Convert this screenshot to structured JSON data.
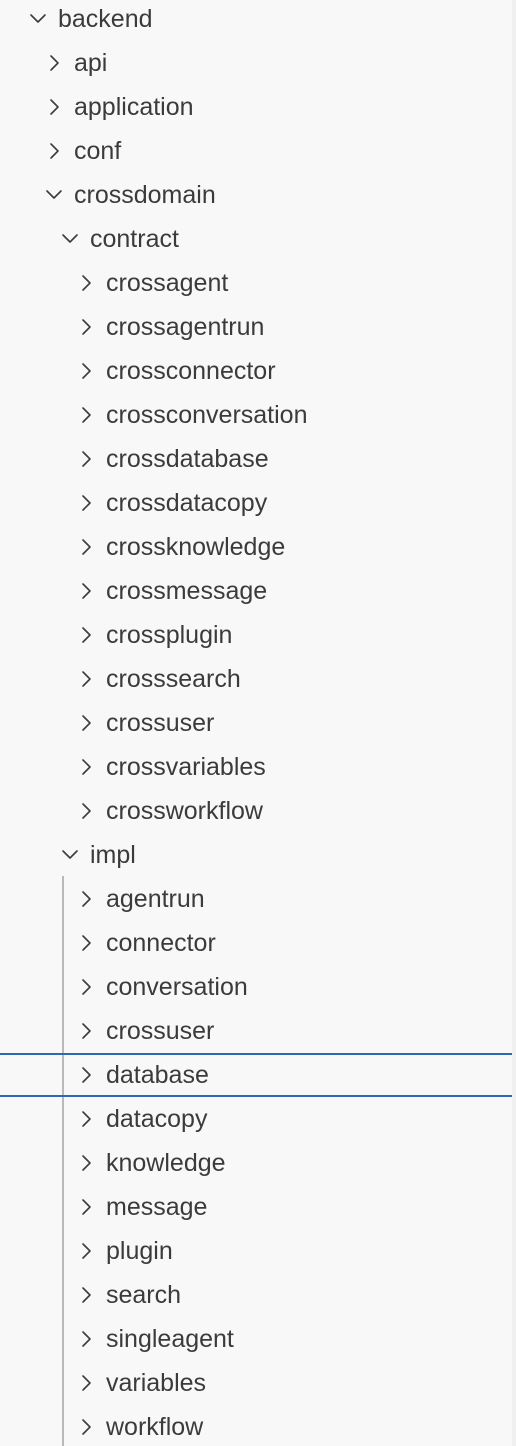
{
  "explorer": {
    "items": [
      {
        "label": "backend",
        "expanded": true,
        "level": 0,
        "icon": "chevron-down-icon"
      },
      {
        "label": "api",
        "expanded": false,
        "level": 1,
        "icon": "chevron-right-icon"
      },
      {
        "label": "application",
        "expanded": false,
        "level": 1,
        "icon": "chevron-right-icon"
      },
      {
        "label": "conf",
        "expanded": false,
        "level": 1,
        "icon": "chevron-right-icon"
      },
      {
        "label": "crossdomain",
        "expanded": true,
        "level": 1,
        "icon": "chevron-down-icon"
      },
      {
        "label": "contract",
        "expanded": true,
        "level": 2,
        "icon": "chevron-down-icon"
      },
      {
        "label": "crossagent",
        "expanded": false,
        "level": 3,
        "icon": "chevron-right-icon"
      },
      {
        "label": "crossagentrun",
        "expanded": false,
        "level": 3,
        "icon": "chevron-right-icon"
      },
      {
        "label": "crossconnector",
        "expanded": false,
        "level": 3,
        "icon": "chevron-right-icon"
      },
      {
        "label": "crossconversation",
        "expanded": false,
        "level": 3,
        "icon": "chevron-right-icon"
      },
      {
        "label": "crossdatabase",
        "expanded": false,
        "level": 3,
        "icon": "chevron-right-icon"
      },
      {
        "label": "crossdatacopy",
        "expanded": false,
        "level": 3,
        "icon": "chevron-right-icon"
      },
      {
        "label": "crossknowledge",
        "expanded": false,
        "level": 3,
        "icon": "chevron-right-icon"
      },
      {
        "label": "crossmessage",
        "expanded": false,
        "level": 3,
        "icon": "chevron-right-icon"
      },
      {
        "label": "crossplugin",
        "expanded": false,
        "level": 3,
        "icon": "chevron-right-icon"
      },
      {
        "label": "crosssearch",
        "expanded": false,
        "level": 3,
        "icon": "chevron-right-icon"
      },
      {
        "label": "crossuser",
        "expanded": false,
        "level": 3,
        "icon": "chevron-right-icon"
      },
      {
        "label": "crossvariables",
        "expanded": false,
        "level": 3,
        "icon": "chevron-right-icon"
      },
      {
        "label": "crossworkflow",
        "expanded": false,
        "level": 3,
        "icon": "chevron-right-icon"
      },
      {
        "label": "impl",
        "expanded": true,
        "level": 2,
        "icon": "chevron-down-icon"
      },
      {
        "label": "agentrun",
        "expanded": false,
        "level": 3,
        "icon": "chevron-right-icon"
      },
      {
        "label": "connector",
        "expanded": false,
        "level": 3,
        "icon": "chevron-right-icon"
      },
      {
        "label": "conversation",
        "expanded": false,
        "level": 3,
        "icon": "chevron-right-icon"
      },
      {
        "label": "crossuser",
        "expanded": false,
        "level": 3,
        "icon": "chevron-right-icon"
      },
      {
        "label": "database",
        "expanded": false,
        "level": 3,
        "icon": "chevron-right-icon",
        "focused": true
      },
      {
        "label": "datacopy",
        "expanded": false,
        "level": 3,
        "icon": "chevron-right-icon"
      },
      {
        "label": "knowledge",
        "expanded": false,
        "level": 3,
        "icon": "chevron-right-icon"
      },
      {
        "label": "message",
        "expanded": false,
        "level": 3,
        "icon": "chevron-right-icon"
      },
      {
        "label": "plugin",
        "expanded": false,
        "level": 3,
        "icon": "chevron-right-icon"
      },
      {
        "label": "search",
        "expanded": false,
        "level": 3,
        "icon": "chevron-right-icon"
      },
      {
        "label": "singleagent",
        "expanded": false,
        "level": 3,
        "icon": "chevron-right-icon"
      },
      {
        "label": "variables",
        "expanded": false,
        "level": 3,
        "icon": "chevron-right-icon"
      },
      {
        "label": "workflow",
        "expanded": false,
        "level": 3,
        "icon": "chevron-right-icon"
      }
    ]
  },
  "colors": {
    "background": "#f8f8f8",
    "text": "#3b3b3b",
    "focus_border": "#2d68b0",
    "indent_guide": "#b9b9b9"
  }
}
